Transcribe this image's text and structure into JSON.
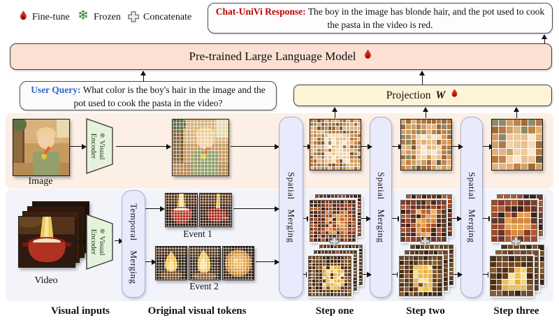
{
  "legend": {
    "finetune": "Fine-tune",
    "frozen": "Frozen",
    "concatenate": "Concatenate"
  },
  "icons": {
    "snowflake": "❄"
  },
  "response": {
    "prefix": "Chat-UniVi Response:",
    "text": "The boy in the image has blonde hair, and the pot used to cook the pasta in the video is red."
  },
  "llm": {
    "label": "Pre-trained Large Language Model"
  },
  "query": {
    "prefix": "User Query:",
    "text": "What color is the boy's hair in the image and the pot used to cook the pasta in the video?"
  },
  "projection": {
    "label": "Projection",
    "symbol": "W"
  },
  "encoder": {
    "line1": "Visual",
    "line2": "Encoder"
  },
  "merging": {
    "temporal": "Temporal Merging",
    "spatial": "Spatial Merging"
  },
  "inputs": {
    "image": "Image",
    "video": "Video"
  },
  "events": {
    "event1": "Event 1",
    "event2": "Event 2"
  },
  "columns": {
    "c1": "Visual inputs",
    "c2": "Original visual tokens",
    "c3": "Step one",
    "c4": "Step two",
    "c5": "Step three"
  },
  "colors": {
    "llm_fill": "#fbe0d3",
    "projection_fill": "#fdf3d7",
    "response_accent": "#c00000",
    "query_accent": "#3565c9",
    "encoder_fill": "#e6f2dc",
    "merging_fill": "#e9eafc",
    "flame_red": "#d42a1e",
    "frozen_green": "#2e7d32",
    "image_band": "#fcefe5",
    "video_band": "#f2f4fa"
  }
}
